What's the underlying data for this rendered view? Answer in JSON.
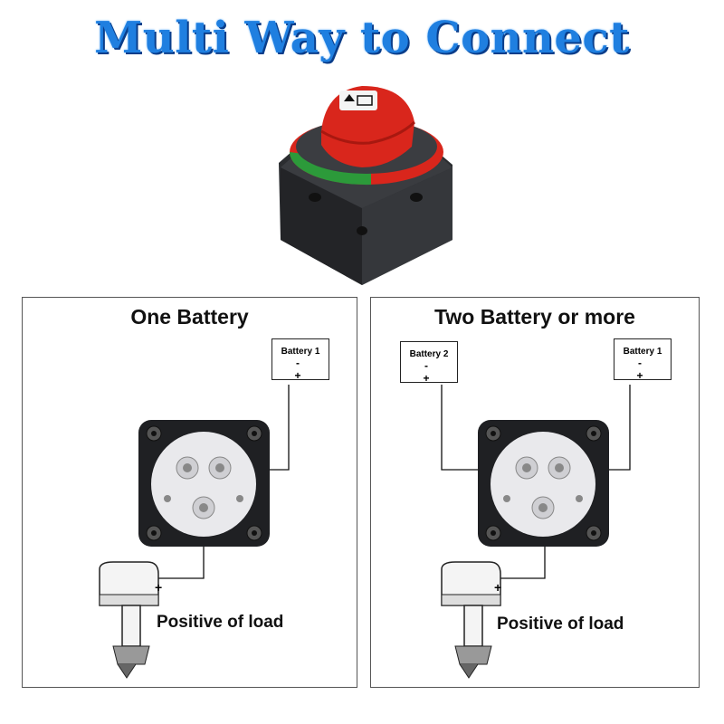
{
  "title": "Multi Way to Connect",
  "panels": {
    "one": {
      "title": "One Battery",
      "battery1": {
        "label": "Battery 1",
        "signs": "- +"
      },
      "load_label": "Positive of load",
      "plus": "+"
    },
    "two": {
      "title": "Two Battery or more",
      "battery1": {
        "label": "Battery 1",
        "signs": "- +"
      },
      "battery2": {
        "label": "Battery 2",
        "signs": "- +"
      },
      "load_label": "Positive of load",
      "plus": "+"
    }
  },
  "colors": {
    "title": "#1f7fe0",
    "knob": "#d9261c",
    "switch_body": "#2b2d30",
    "green_ring": "#2c9a3a"
  },
  "icons": {
    "switch": "battery-switch-icon",
    "motor": "outboard-motor-icon"
  }
}
